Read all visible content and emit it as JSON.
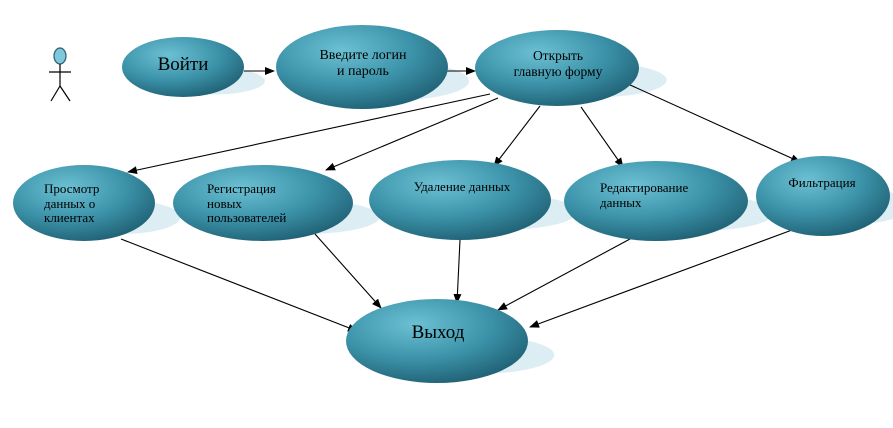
{
  "colors": {
    "node_dark": "#1f5f73",
    "node_mid": "#3c93a9",
    "node_light": "#6cc0d3",
    "shadow": "#dcedf3",
    "edge": "#000000",
    "actor_head": "#7fc7dc"
  },
  "actor": {
    "icon": "stick-figure-icon"
  },
  "nodes": [
    {
      "id": "login",
      "label": "Войти"
    },
    {
      "id": "creds",
      "label": "Введите логин\nи пароль"
    },
    {
      "id": "main",
      "label": "Открыть\nглавную форму"
    },
    {
      "id": "view",
      "label": "Просмотр\nданных о\nклиентах"
    },
    {
      "id": "register",
      "label": "Регистрация\nновых\nпользователей"
    },
    {
      "id": "delete",
      "label": "Удаление данных"
    },
    {
      "id": "edit",
      "label": "Редактирование\nданных"
    },
    {
      "id": "filter",
      "label": "Фильтрация"
    },
    {
      "id": "exit",
      "label": "Выход"
    }
  ],
  "edges": [
    [
      "login",
      "creds"
    ],
    [
      "creds",
      "main"
    ],
    [
      "main",
      "view"
    ],
    [
      "main",
      "register"
    ],
    [
      "main",
      "delete"
    ],
    [
      "main",
      "edit"
    ],
    [
      "main",
      "filter"
    ],
    [
      "view",
      "exit"
    ],
    [
      "register",
      "exit"
    ],
    [
      "delete",
      "exit"
    ],
    [
      "edit",
      "exit"
    ],
    [
      "filter",
      "exit"
    ]
  ]
}
